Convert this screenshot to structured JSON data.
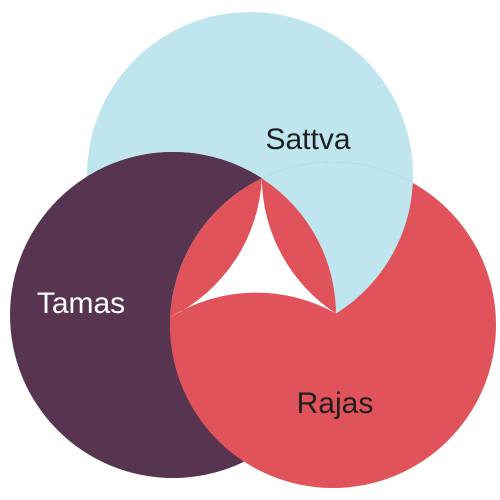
{
  "diagram": {
    "type": "interlocking-circles",
    "circles": [
      {
        "label": "Sattva",
        "color": "#bfe6ef",
        "label_color": "#1f1f1f"
      },
      {
        "label": "Tamas",
        "color": "#57344f",
        "label_color": "#ffffff"
      },
      {
        "label": "Rajas",
        "color": "#e1535a",
        "label_color": "#1f1f1f"
      }
    ],
    "center_color": "#ffffff"
  }
}
